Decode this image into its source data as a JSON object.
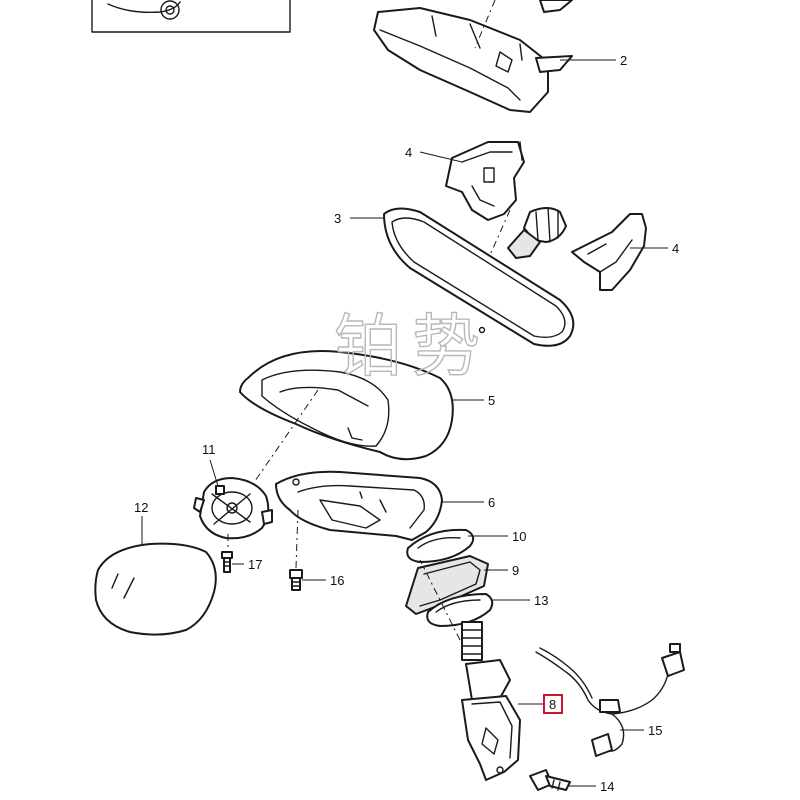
{
  "watermark": {
    "char1": "铂",
    "char2": "势"
  },
  "callouts": [
    {
      "id": "c2",
      "label": "2"
    },
    {
      "id": "c3",
      "label": "3"
    },
    {
      "id": "c4a",
      "label": "4"
    },
    {
      "id": "c4b",
      "label": "4"
    },
    {
      "id": "c5",
      "label": "5"
    },
    {
      "id": "c6",
      "label": "6"
    },
    {
      "id": "c8",
      "label": "8"
    },
    {
      "id": "c9",
      "label": "9"
    },
    {
      "id": "c10",
      "label": "10"
    },
    {
      "id": "c11",
      "label": "11"
    },
    {
      "id": "c12",
      "label": "12"
    },
    {
      "id": "c13",
      "label": "13"
    },
    {
      "id": "c14",
      "label": "14"
    },
    {
      "id": "c15",
      "label": "15"
    },
    {
      "id": "c16",
      "label": "16"
    },
    {
      "id": "c17",
      "label": "17"
    }
  ],
  "colors": {
    "line": "#1a1a1a",
    "highlight": "#d0142c",
    "watermark": "#b8b8b8"
  }
}
